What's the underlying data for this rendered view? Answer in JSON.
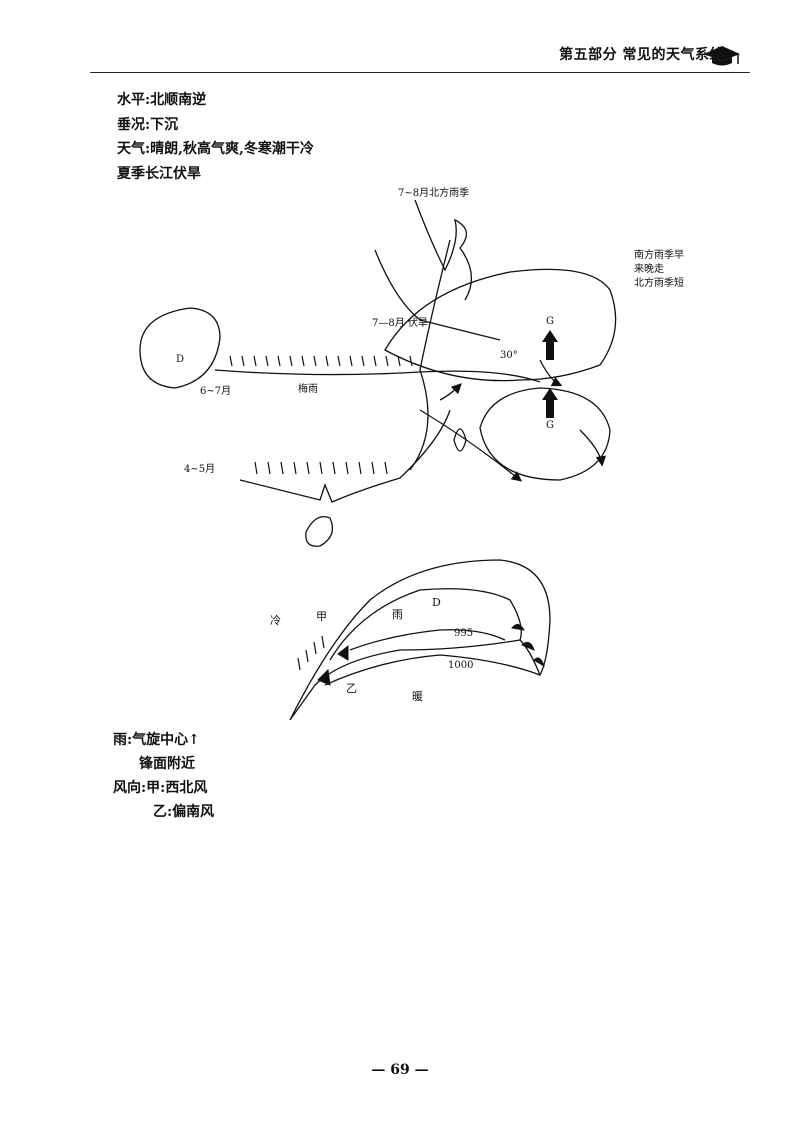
{
  "header": {
    "title": "第五部分  常见的天气系统"
  },
  "top_notes": [
    "水平:北顺南逆",
    "垂况:下沉",
    "天气:晴朗,秋高气爽,冬寒潮干冷",
    "夏季长江伏旱"
  ],
  "diagram_top": {
    "label_north_rain": "7~8月北方雨季",
    "label_south_note_1": "南方雨季早",
    "label_south_note_2": "来晚走",
    "label_south_note_3": "北方雨季短",
    "label_drought": "7—8月 伏旱",
    "label_latitude": "30°",
    "label_d": "D",
    "label_g_upper": "G",
    "label_g_lower": "G",
    "label_jun_jul": "6~7月",
    "label_meiyu": "梅雨",
    "label_apr_may": "4~5月"
  },
  "diagram_bottom": {
    "label_cold": "冷",
    "label_jia": "甲",
    "label_rain": "雨",
    "label_d": "D",
    "label_995": "995",
    "label_1000": "1000",
    "label_yi": "乙",
    "label_warm": "暖"
  },
  "bottom_notes": {
    "line1": "雨:气旋中心↑",
    "line2": "锋面附近",
    "line3": "风向:甲:西北风",
    "line4": "乙:偏南风"
  },
  "page_number": "— 69 —"
}
